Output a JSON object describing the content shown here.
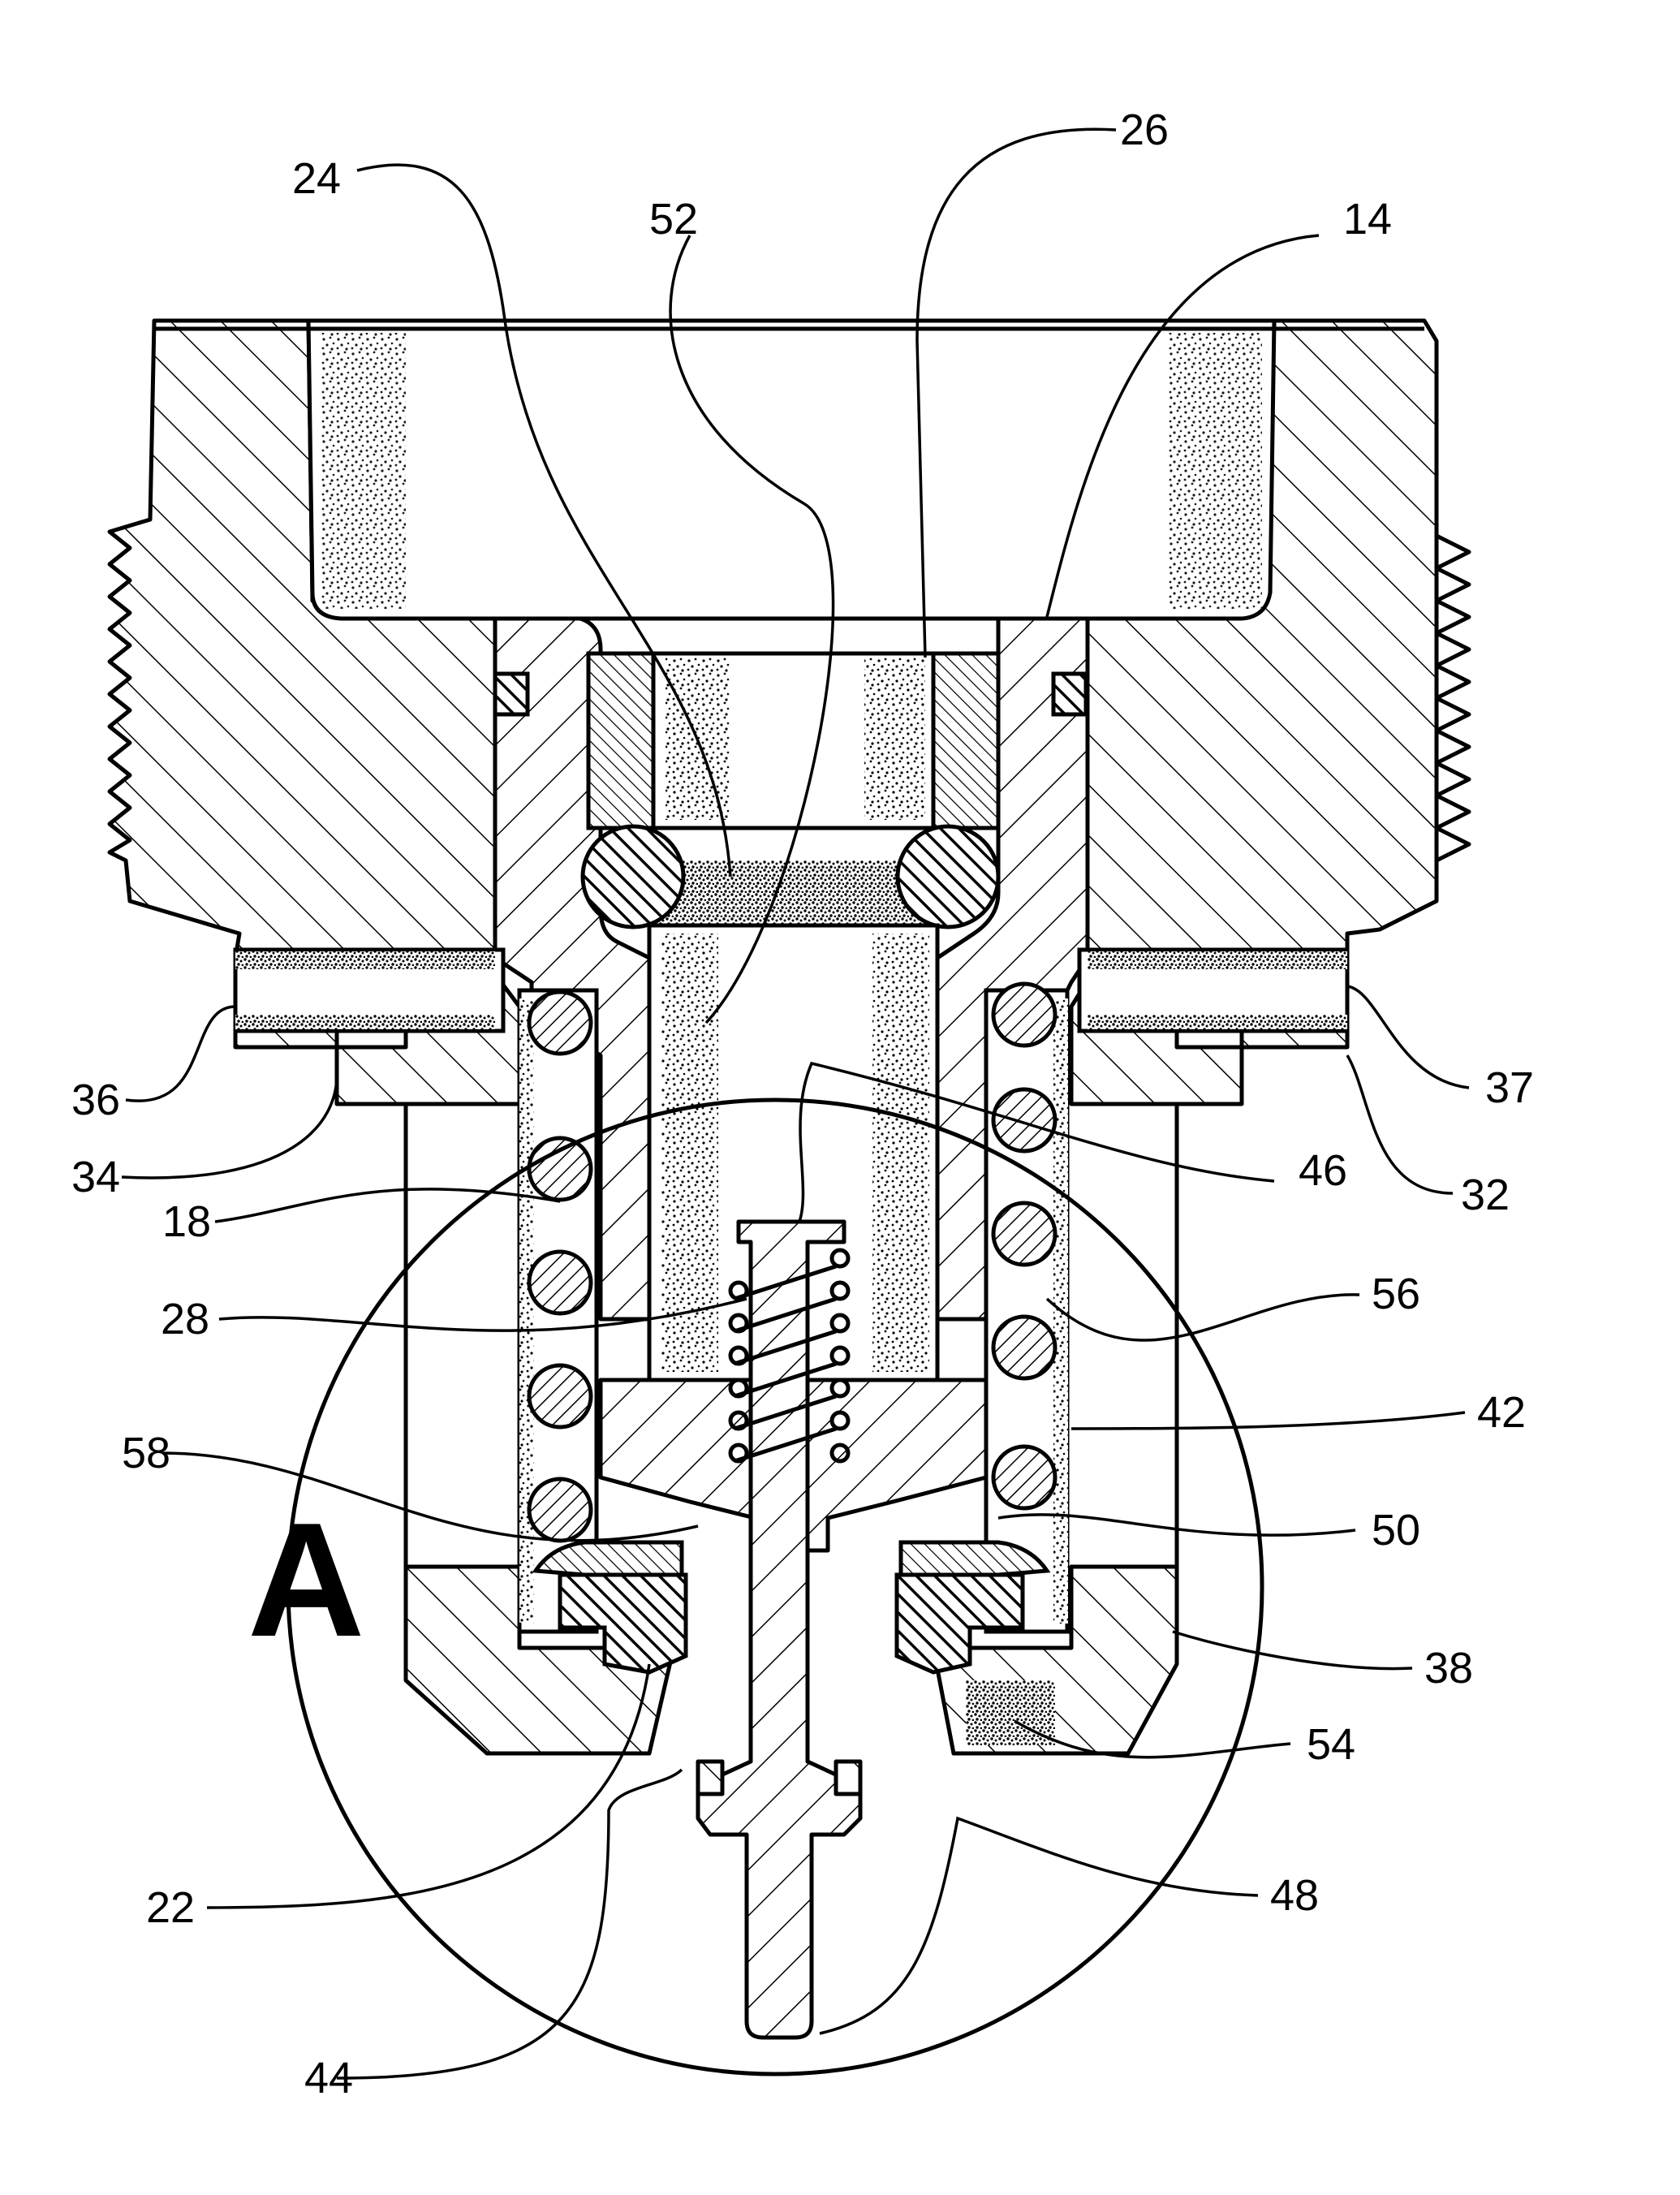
{
  "figure": {
    "view_label": "A",
    "reference_numerals": [
      {
        "id": "n24",
        "text": "24"
      },
      {
        "id": "n26",
        "text": "26"
      },
      {
        "id": "n52",
        "text": "52"
      },
      {
        "id": "n14",
        "text": "14"
      },
      {
        "id": "n36",
        "text": "36"
      },
      {
        "id": "n37",
        "text": "37"
      },
      {
        "id": "n34",
        "text": "34"
      },
      {
        "id": "n32",
        "text": "32"
      },
      {
        "id": "n46",
        "text": "46"
      },
      {
        "id": "n18",
        "text": "18"
      },
      {
        "id": "n56",
        "text": "56"
      },
      {
        "id": "n28",
        "text": "28"
      },
      {
        "id": "n42",
        "text": "42"
      },
      {
        "id": "n58",
        "text": "58"
      },
      {
        "id": "n50",
        "text": "50"
      },
      {
        "id": "n38",
        "text": "38"
      },
      {
        "id": "n54",
        "text": "54"
      },
      {
        "id": "n48",
        "text": "48"
      },
      {
        "id": "n22",
        "text": "22"
      },
      {
        "id": "n44",
        "text": "44"
      }
    ]
  }
}
